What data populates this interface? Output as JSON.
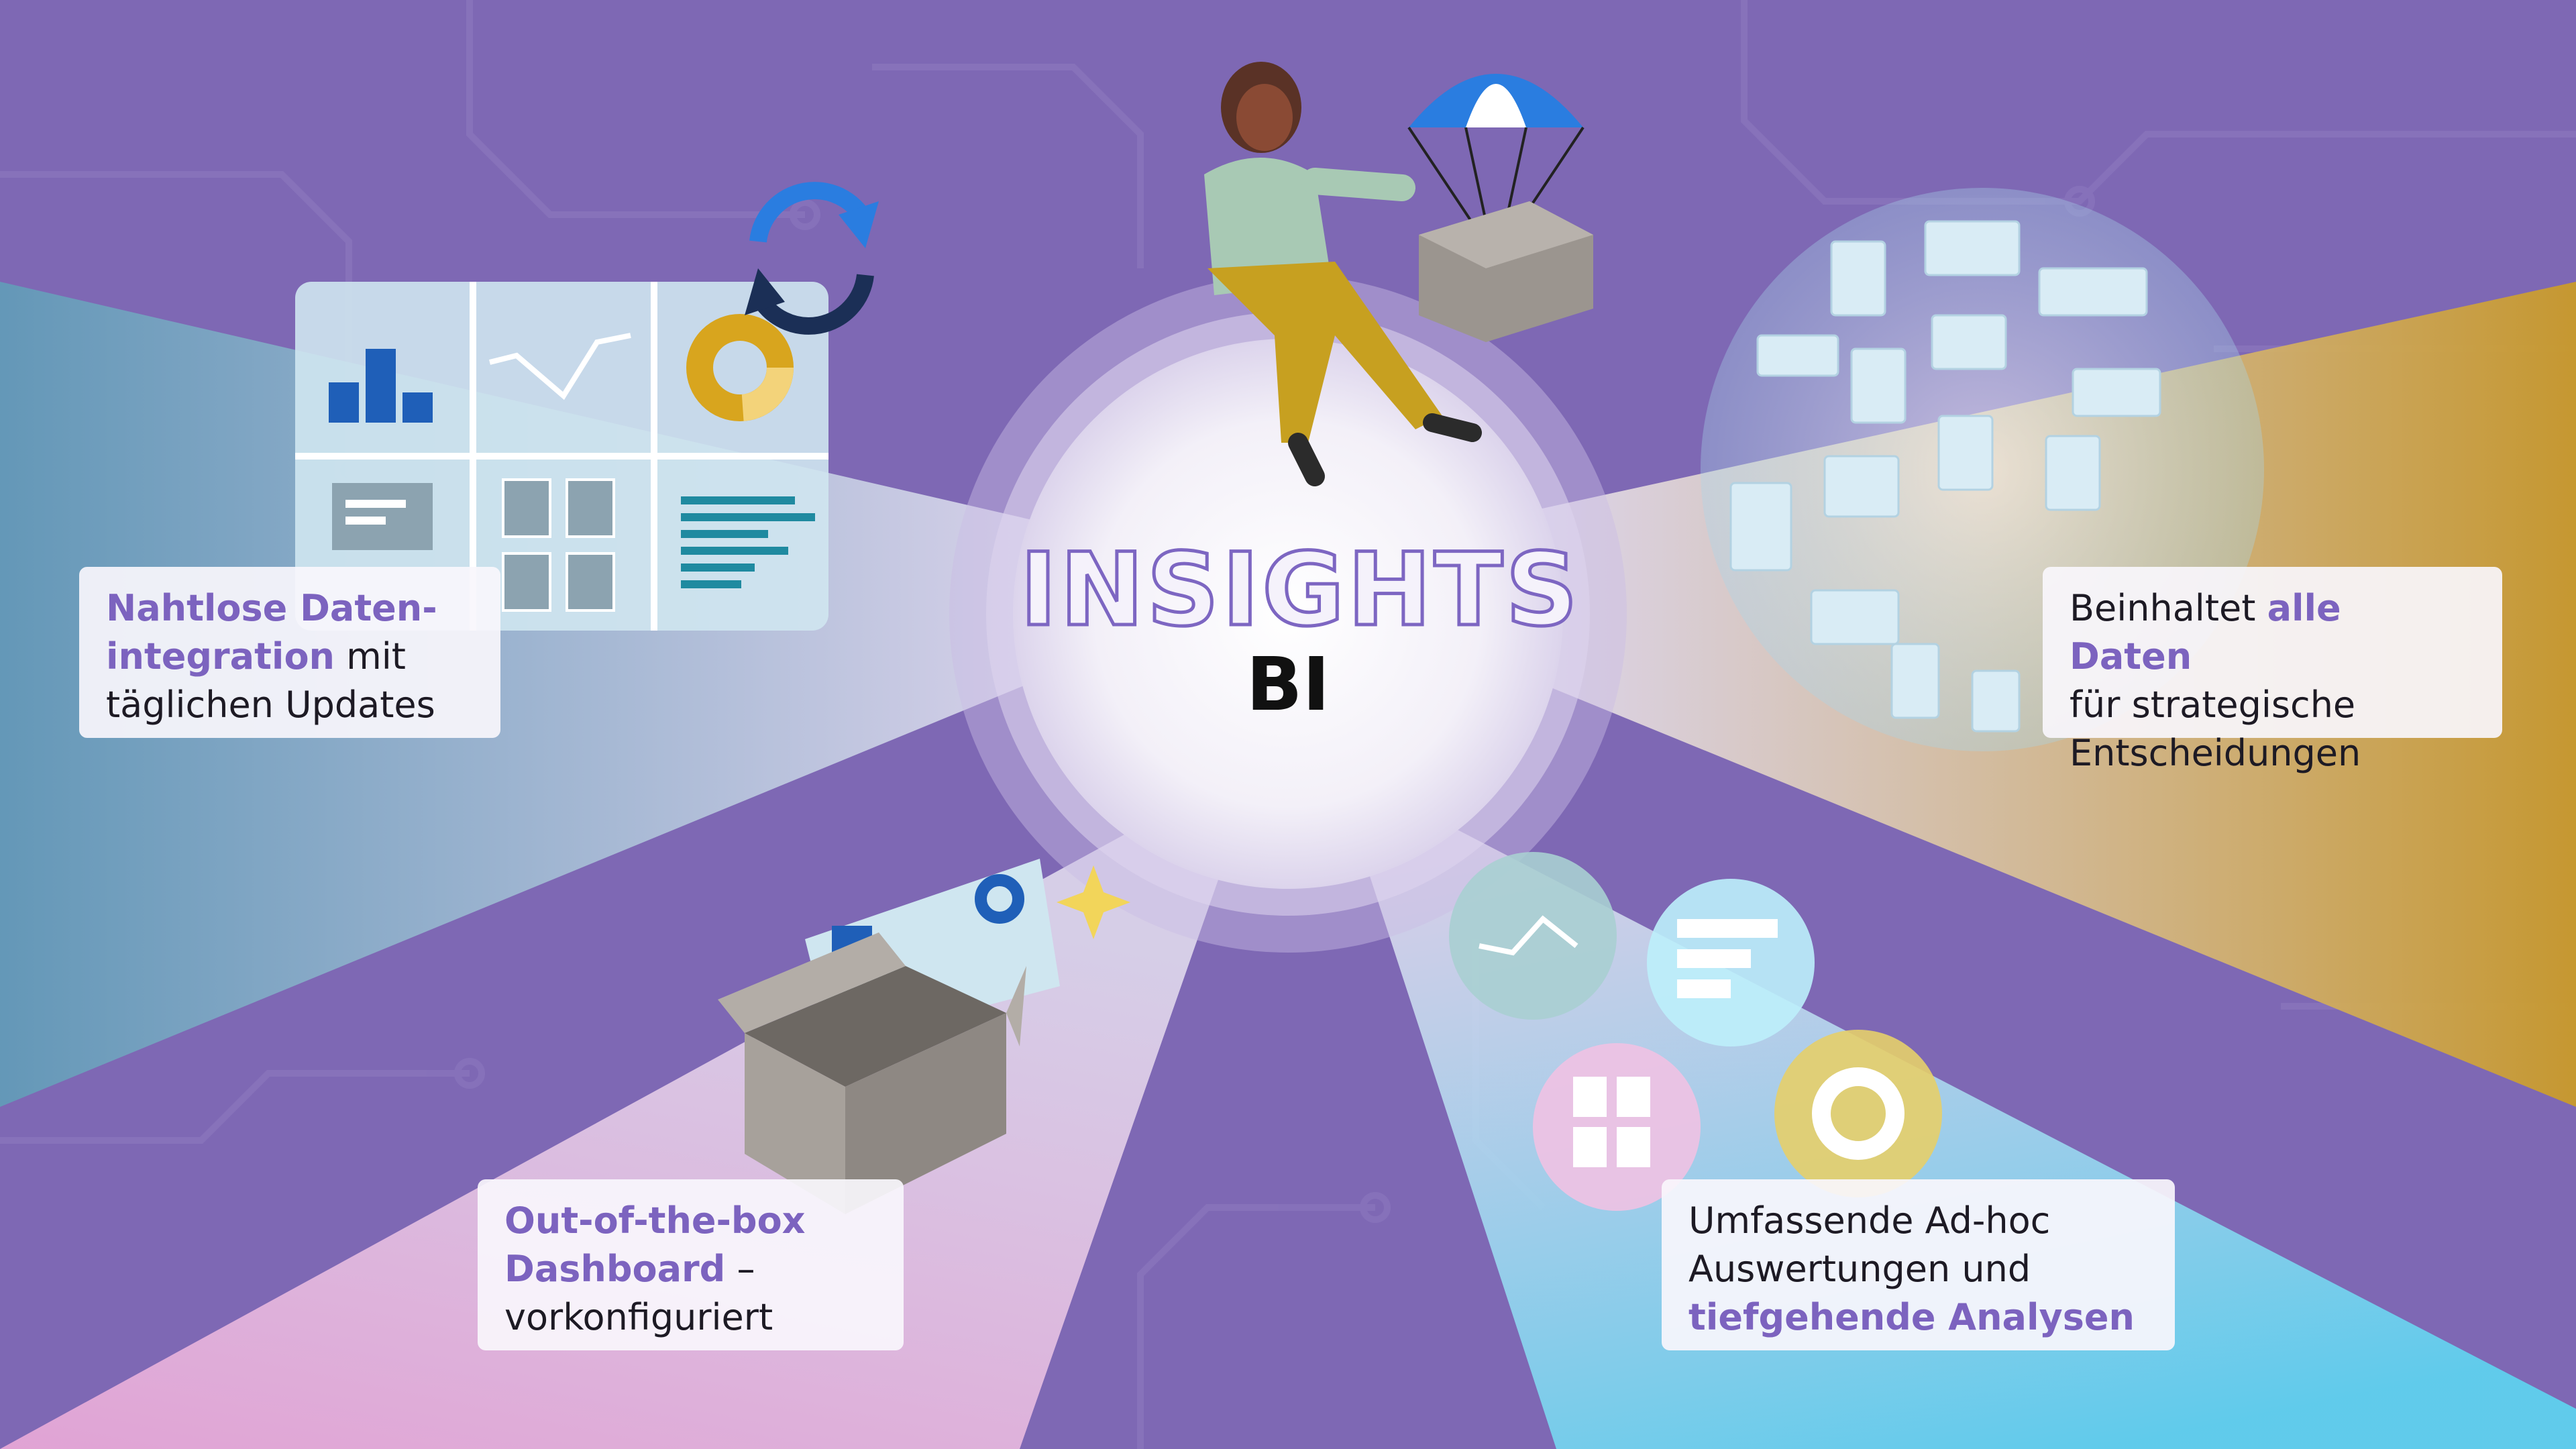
{
  "center": {
    "title": "INSIGHTS",
    "subtitle": "BI"
  },
  "features": {
    "top_left": {
      "highlight": "Nahtlose Daten-",
      "highlight2": "integration",
      "rest2": " mit",
      "rest3": "täglichen Updates"
    },
    "top_right": {
      "line1_plain": "Beinhaltet ",
      "line1_highlight": "alle Daten",
      "line2": "für strategische",
      "line3": "Entscheidungen"
    },
    "bottom_left": {
      "highlight1": "Out-of-the-box",
      "highlight2": "Dashboard",
      "rest2": " –",
      "line3": "vorkonfiguriert"
    },
    "bottom_right": {
      "line1": "Umfassende Ad-hoc",
      "line2": "Auswertungen und",
      "line3_highlight": "tiefgehende Analysen"
    }
  },
  "icons": [
    "refresh-arrows-icon",
    "bar-chart-icon",
    "line-chart-icon",
    "donut-chart-icon",
    "document-icon",
    "horizontal-bar-icon",
    "parachute-box-icon",
    "open-box-icon",
    "sparkle-icon",
    "data-sphere-icon"
  ],
  "colors": {
    "background": "#7e68b4",
    "accent": "#7c63bf",
    "blue": "#1f5fb8",
    "gold": "#d8a51e",
    "teal": "#35a0b8",
    "box": "#8f8a86"
  }
}
